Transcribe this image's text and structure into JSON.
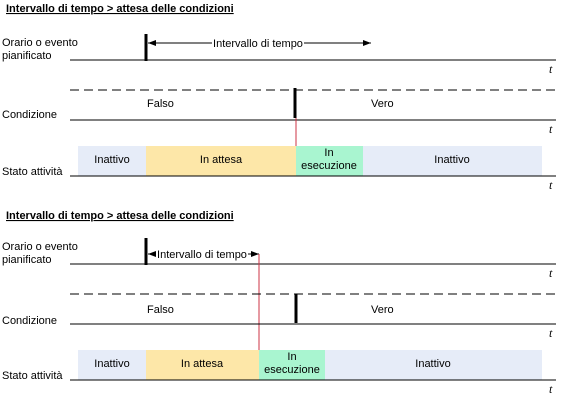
{
  "colors": {
    "inactive": "#e6ecf8",
    "waiting": "#fde7a8",
    "running": "#a9f5d0",
    "red_line": "#cc3344",
    "line": "#000000"
  },
  "panels": [
    {
      "title": "Intervallo di tempo > attesa delle condizioni",
      "event_label_1": "Orario o evento",
      "event_label_2": "pianificato",
      "interval_label": "Intervallo di tempo",
      "condition_label": "Condizione",
      "false_label": "Falso",
      "true_label": "Vero",
      "status_label": "Stato attività",
      "axis_label": "t",
      "segments": [
        {
          "lines": [
            "Inattivo"
          ],
          "state": "inactive"
        },
        {
          "lines": [
            "In attesa"
          ],
          "state": "waiting"
        },
        {
          "lines": [
            "In",
            "esecuzione"
          ],
          "state": "running"
        },
        {
          "lines": [
            "Inattivo"
          ],
          "state": "inactive"
        }
      ]
    },
    {
      "title": "Intervallo di tempo > attesa delle condizioni",
      "event_label_1": "Orario o evento",
      "event_label_2": "pianificato",
      "interval_label": "Intervallo di tempo",
      "condition_label": "Condizione",
      "false_label": "Falso",
      "true_label": "Vero",
      "status_label": "Stato attività",
      "axis_label": "t",
      "segments": [
        {
          "lines": [
            "Inattivo"
          ],
          "state": "inactive"
        },
        {
          "lines": [
            "In attesa"
          ],
          "state": "waiting"
        },
        {
          "lines": [
            "In",
            "esecuzione"
          ],
          "state": "running"
        },
        {
          "lines": [
            "Inattivo"
          ],
          "state": "inactive"
        }
      ]
    }
  ]
}
